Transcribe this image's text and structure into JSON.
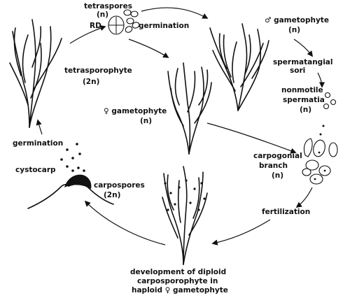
{
  "labels": {
    "tetraspores": "tetraspores",
    "tetraspores_ploidy": "(n)",
    "rd": "RD",
    "germination_top": "germination",
    "male_gametophyte": "♂ gametophyte",
    "male_gametophyte_ploidy": "(n)",
    "tetrasporophyte": "tetrasporophyte",
    "tetrasporophyte_ploidy": "(2n)",
    "spermatangial": "spermatangial",
    "sori": "sori",
    "female_gametophyte": "♀ gametophyte",
    "female_gametophyte_ploidy": "(n)",
    "nonmotile": "nonmotile",
    "spermatia": "spermatia",
    "spermatia_ploidy": "(n)",
    "germination_left": "germination",
    "carpogonial": "carpogonial",
    "branch": "branch",
    "branch_ploidy": "(n)",
    "cystocarp": "cystocarp",
    "carpospores": "carpospores",
    "carpospores_ploidy": "(2n)",
    "fertilization": "fertilization",
    "dev_line1": "development of diploid",
    "dev_line2": "carposporophyte in",
    "dev_line3": "haploid ♀ gametophyte"
  }
}
